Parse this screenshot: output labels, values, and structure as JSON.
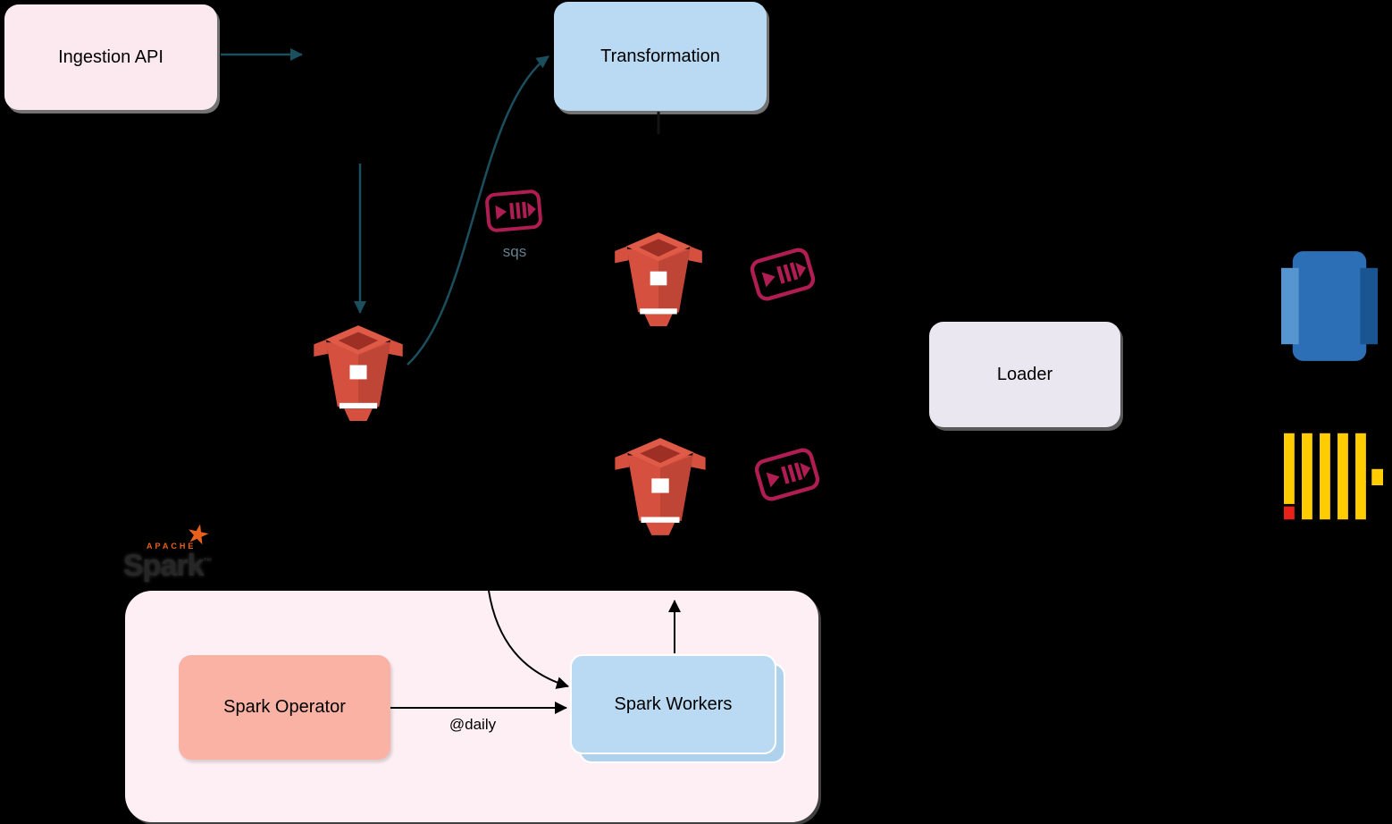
{
  "diagram": {
    "nodes": {
      "ingestion_api": {
        "label": "Ingestion API",
        "fill": "#fce9ef"
      },
      "transformation": {
        "label": "Transformation",
        "fill": "#b9daf2"
      },
      "loader": {
        "label": "Loader",
        "fill": "#ebe7f1"
      },
      "spark_operator": {
        "label": "Spark Operator",
        "fill": "#f9b2a4"
      },
      "spark_workers": {
        "label": "Spark Workers",
        "fill": "#b9daf2",
        "stacked": true
      },
      "spark_group": {
        "fill": "#fdeff3"
      }
    },
    "edge_labels": {
      "sqs": "sqs",
      "daily": "@daily"
    },
    "spark_logo": {
      "top_text": "APACHE",
      "word": "Spark",
      "tm": "™",
      "star_glyph": "★"
    },
    "icons": {
      "s3_bucket": {
        "name": "aws-s3-bucket-icon",
        "count": 3,
        "color": "#d6503f"
      },
      "sqs_queue": {
        "name": "aws-sqs-icon",
        "count": 3,
        "color": "#b01d53"
      },
      "redshift": {
        "name": "aws-redshift-icon",
        "colors": {
          "left": "#5695cf",
          "center": "#2d6fb7",
          "right": "#1b5591"
        }
      },
      "clickhouse": {
        "name": "clickhouse-logo",
        "colors": {
          "yellow": "#ffcc00",
          "red": "#e8211a"
        }
      },
      "spark_star": {
        "name": "spark-star-icon",
        "color": "#e8611c"
      }
    },
    "colors": {
      "background": "#000000",
      "teal_arrow": "#1b4f5e",
      "black_arrow": "#000000",
      "sqs_label_text": "#64808f"
    }
  }
}
